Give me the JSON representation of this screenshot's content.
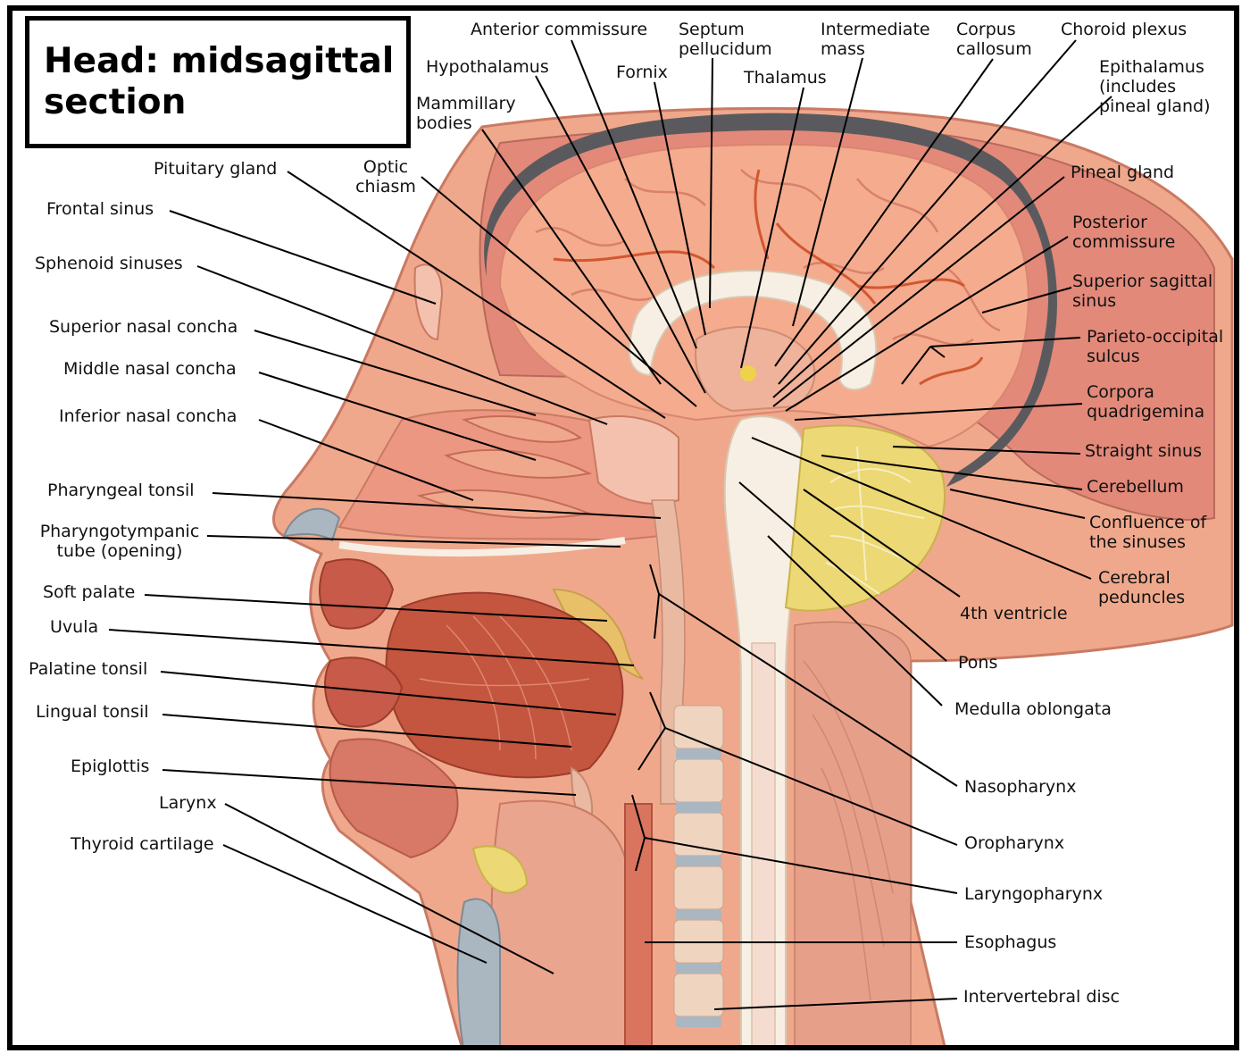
{
  "title": "Head: midsagittal\nsection",
  "colors": {
    "background": "#ffffff",
    "border": "#000000",
    "skin": "#f0a88c",
    "tissue": "#e58f7a",
    "brain": "#f4ab8e",
    "cerebellum": "#ecd874",
    "muscle": "#c4553f",
    "cartilage": "#aab6c0",
    "vessel": "#d2572f",
    "ventricle": "#f7efe3"
  },
  "labels": {
    "anterior_commissure": "Anterior commissure",
    "septum_pellucidum": "Septum\npellucidum",
    "intermediate_mass": "Intermediate\nmass",
    "corpus_callosum": "Corpus\ncallosum",
    "choroid_plexus": "Choroid plexus",
    "hypothalamus": "Hypothalamus",
    "fornix": "Fornix",
    "thalamus": "Thalamus",
    "epithalamus": "Epithalamus\n(includes\npineal gland)",
    "mammillary_bodies": "Mammillary\nbodies",
    "pituitary_gland": "Pituitary gland",
    "optic_chiasm": "Optic\nchiasm",
    "pineal_gland": "Pineal gland",
    "frontal_sinus": "Frontal sinus",
    "posterior_commissure": "Posterior\ncommissure",
    "sphenoid_sinuses": "Sphenoid sinuses",
    "superior_sagittal_sinus": "Superior sagittal\nsinus",
    "superior_nasal_concha": "Superior nasal concha",
    "parieto_occipital_sulcus": "Parieto-occipital\nsulcus",
    "middle_nasal_concha": "Middle nasal concha",
    "corpora_quadrigemina": "Corpora\nquadrigemina",
    "inferior_nasal_concha": "Inferior nasal concha",
    "straight_sinus": "Straight sinus",
    "pharyngeal_tonsil": "Pharyngeal tonsil",
    "cerebellum": "Cerebellum",
    "pharyngotympanic_tube": "Pharyngotympanic\ntube (opening)",
    "confluence_of_sinuses": "Confluence of\nthe sinuses",
    "soft_palate": "Soft palate",
    "cerebral_peduncles": "Cerebral\npeduncles",
    "fourth_ventricle": "4th ventricle",
    "uvula": "Uvula",
    "palatine_tonsil": "Palatine tonsil",
    "pons": "Pons",
    "lingual_tonsil": "Lingual tonsil",
    "medulla_oblongata": "Medulla oblongata",
    "epiglottis": "Epiglottis",
    "nasopharynx": "Nasopharynx",
    "larynx": "Larynx",
    "oropharynx": "Oropharynx",
    "thyroid_cartilage": "Thyroid cartilage",
    "laryngopharynx": "Laryngopharynx",
    "esophagus": "Esophagus",
    "intervertebral_disc": "Intervertebral disc"
  }
}
